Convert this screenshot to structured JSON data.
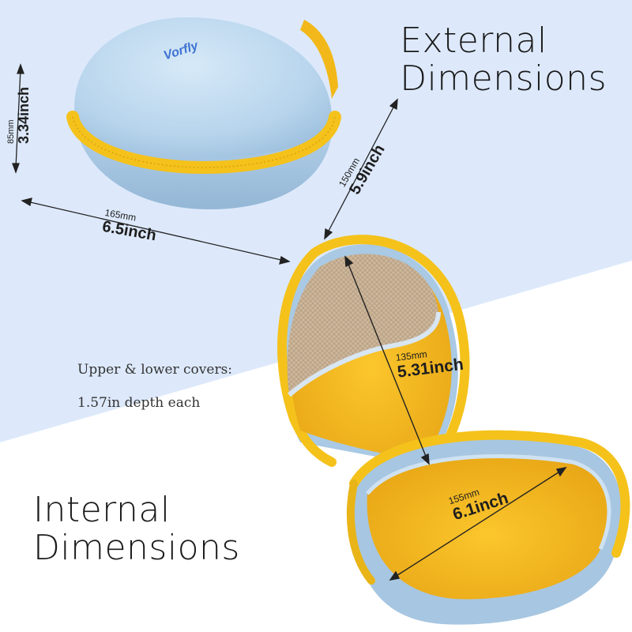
{
  "headings": {
    "external_line1": "External",
    "external_line2": "Dimensions",
    "internal_line1": "Internal",
    "internal_line2": "Dimensions"
  },
  "note": {
    "line1": "Upper & lower covers:",
    "line2": "1.57in depth each"
  },
  "brand": {
    "logo_text": "Vorfly"
  },
  "dimensions": {
    "height": {
      "mm": "85mm",
      "inch": "3.34inch"
    },
    "width": {
      "mm": "165mm",
      "inch": "6.5inch"
    },
    "depth": {
      "mm": "150mm",
      "inch": "5.9inch"
    },
    "internal_height": {
      "mm": "135mm",
      "inch": "5.31inch"
    },
    "internal_width": {
      "mm": "155mm",
      "inch": "6.1inch"
    }
  },
  "colors": {
    "background_top": "#dde9fb",
    "background_bottom": "#ffffff",
    "case_shell": "#bcd8ee",
    "zipper": "#f5c21b",
    "interior": "#f4b824",
    "mesh": "#c9b39a"
  }
}
